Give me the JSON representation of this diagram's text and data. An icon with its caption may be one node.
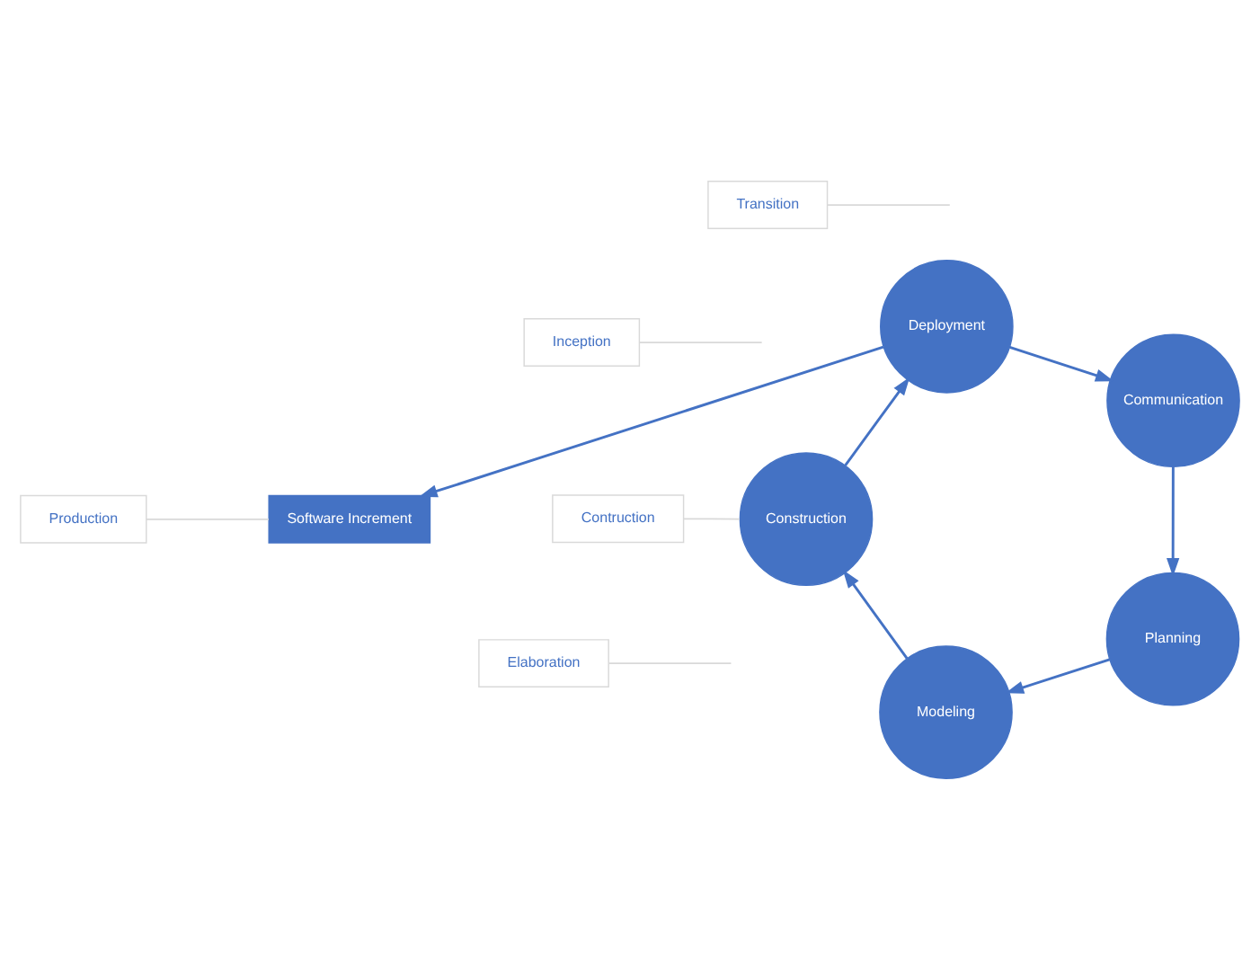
{
  "diagram": {
    "nodes": [
      {
        "text": [
          "Production"
        ]
      },
      {
        "text": [
          "Software Increment"
        ]
      },
      {
        "text": [
          "Communication"
        ]
      },
      {
        "text": [
          "Inception"
        ]
      },
      {
        "text": [
          "Planning"
        ]
      },
      {
        "text": [
          "Elaboration"
        ]
      },
      {
        "text": [
          "Modeling"
        ]
      },
      {
        "text": [
          "Construction"
        ]
      },
      {
        "text": [
          "Transition"
        ]
      },
      {
        "text": [
          "Deployment"
        ]
      },
      {
        "text": [
          "Contruction"
        ]
      }
    ],
    "edges": [
      {
        "from": 2,
        "to": 4,
        "arrow": "to"
      },
      {
        "from": 4,
        "to": 6,
        "arrow": "to"
      },
      {
        "from": 6,
        "to": 7,
        "arrow": "to"
      },
      {
        "from": 7,
        "to": 9,
        "arrow": "to"
      },
      {
        "from": 9,
        "to": 2,
        "arrow": "to"
      },
      {
        "from": 9,
        "to": 1,
        "arrow": "to"
      },
      {
        "from": 0,
        "to": 1,
        "arrow": "none",
        "color": "#d9d9d9"
      },
      {
        "from": 3,
        "to": null,
        "arrow": "none",
        "color": "#d9d9d9"
      },
      {
        "from": 5,
        "to": null,
        "arrow": "none",
        "color": "#d9d9d9"
      },
      {
        "from": 8,
        "to": null,
        "arrow": "none",
        "color": "#d9d9d9"
      },
      {
        "from": 10,
        "to": 7,
        "arrow": "none",
        "color": "#d9d9d9"
      }
    ]
  }
}
